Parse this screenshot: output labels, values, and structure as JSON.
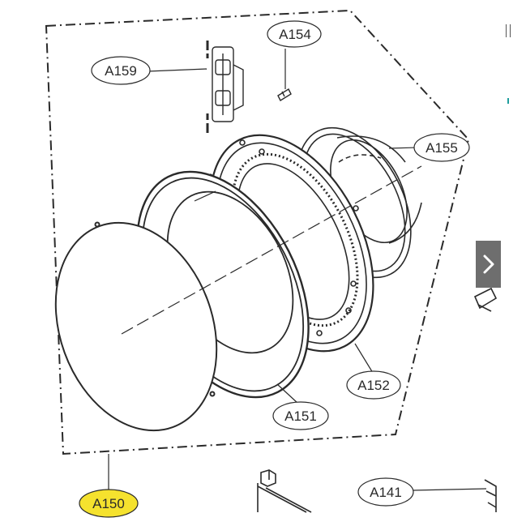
{
  "viewer": {
    "next_button": "next-arrow"
  },
  "callouts": {
    "a150": "A150",
    "a151": "A151",
    "a152": "A152",
    "a154": "A154",
    "a155": "A155",
    "a159": "A159",
    "a141": "A141"
  },
  "colors": {
    "line": "#2a2a2a",
    "highlight": "#f5e22e",
    "nav_button": "#6e6e6e",
    "accent": "#1f9e9e"
  }
}
